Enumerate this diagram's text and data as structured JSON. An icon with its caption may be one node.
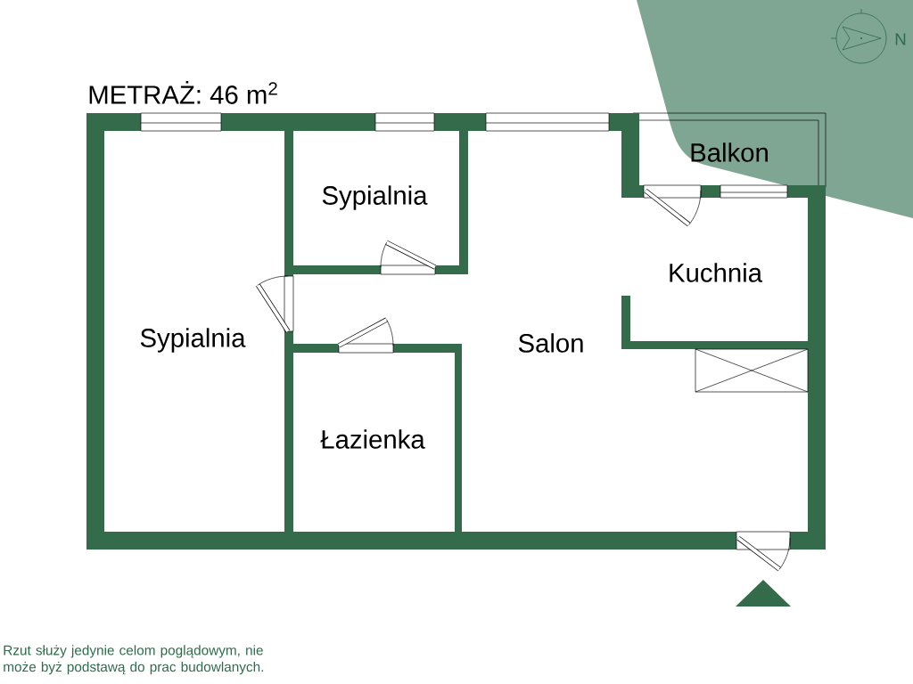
{
  "diagram": {
    "title": "METRAŻ: 46 m$^{2}$",
    "caption": "Rzut służy jedynie celom poglądowym, nie może byż podstawą do prac budowlanych.",
    "nodes": [
      {
        "text": [
          "Sypialnia"
        ]
      },
      {
        "text": [
          "Sypialnia"
        ]
      },
      {
        "text": [
          "Łazienka"
        ]
      },
      {
        "text": [
          "Salon"
        ]
      },
      {
        "text": [
          "Balkon"
        ]
      },
      {
        "text": [
          "Kuchnia"
        ]
      }
    ],
    "labels": [
      "N"
    ]
  }
}
